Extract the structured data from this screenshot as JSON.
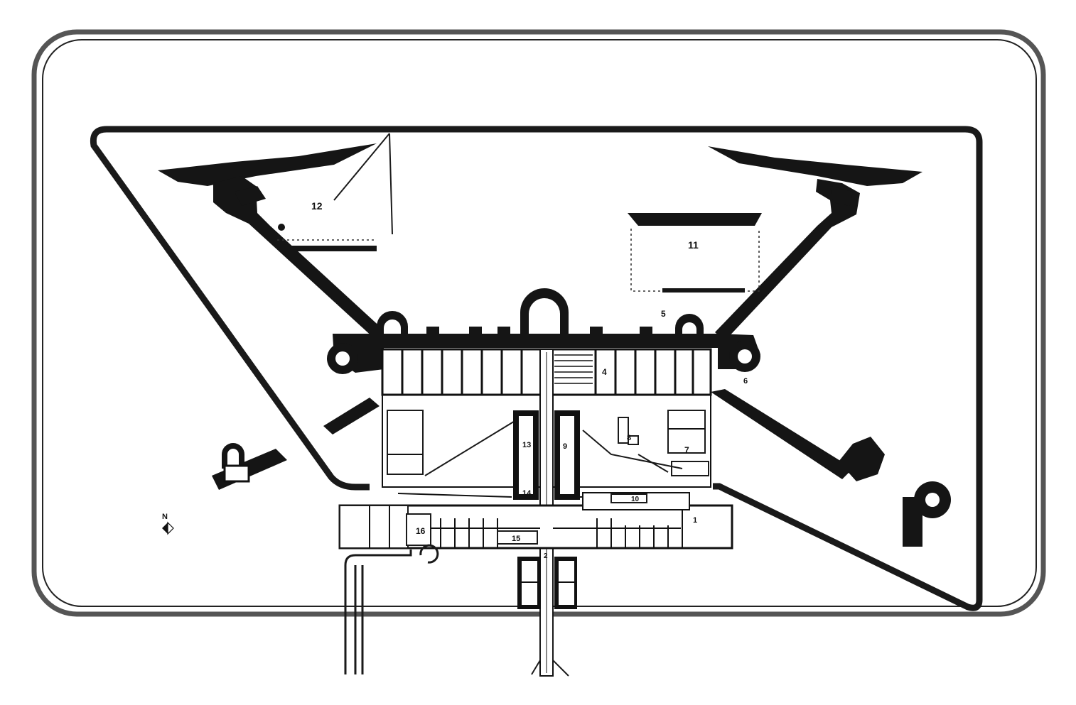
{
  "plan": {
    "labels": {
      "l12": "12",
      "l11": "11",
      "l5": "5",
      "l4": "4",
      "l6": "6",
      "l13": "13",
      "l9": "9",
      "l8": "8",
      "l7": "7",
      "l14": "14",
      "l10": "10",
      "l16": "16",
      "l15": "15",
      "l1": "1",
      "l2": "2",
      "north": "N"
    }
  }
}
